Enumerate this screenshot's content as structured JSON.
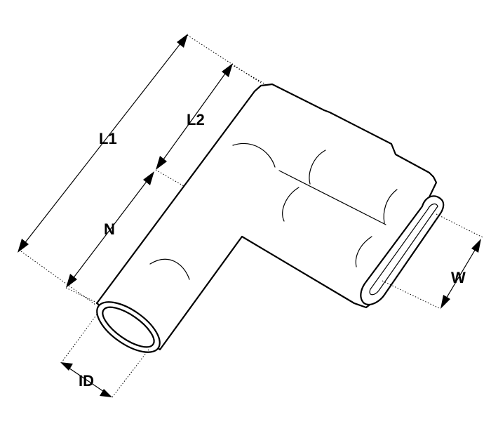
{
  "diagram": {
    "dimensions": {
      "l1": "L1",
      "l2": "L2",
      "n": "N",
      "id": "ID",
      "w": "W"
    }
  },
  "colors": {
    "stroke": "#000000",
    "fill": "#ffffff"
  }
}
